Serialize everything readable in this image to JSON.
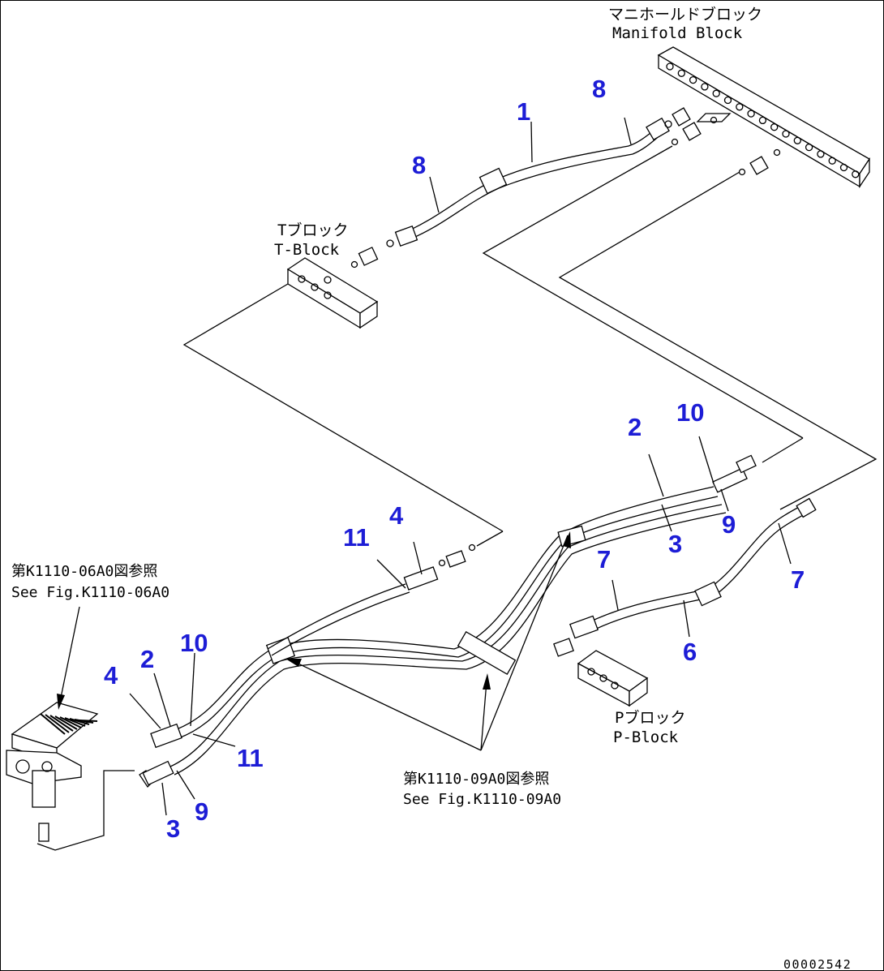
{
  "labels": {
    "manifold_jp": "マニホールドブロック",
    "manifold_en": "Manifold Block",
    "tblock_jp": "Tブロック",
    "tblock_en": "T-Block",
    "pblock_jp": "Pブロック",
    "pblock_en": "P-Block",
    "ref_06_jp": "第K1110-06A0図参照",
    "ref_06_en": "See Fig.K1110-06A0",
    "ref_09_jp": "第K1110-09A0図参照",
    "ref_09_en": "See Fig.K1110-09A0",
    "drawing_no": "00002542"
  },
  "callouts": [
    "1",
    "8",
    "8",
    "2",
    "10",
    "3",
    "9",
    "4",
    "11",
    "7",
    "7",
    "6",
    "4",
    "2",
    "10",
    "11",
    "9",
    "3"
  ],
  "colors": {
    "callout": "#1d1dd6",
    "line": "#000000"
  }
}
